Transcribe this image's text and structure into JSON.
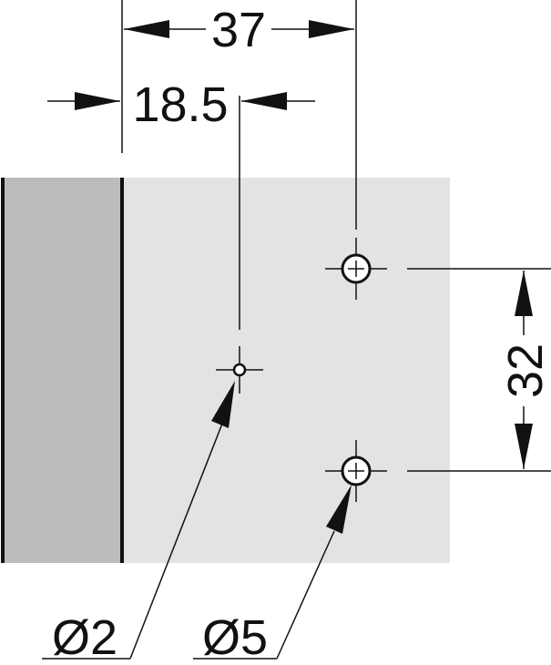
{
  "drawing": {
    "dimensions": {
      "horizontal_overall": "37",
      "horizontal_pilot": "18.5",
      "vertical_hole_spacing": "32"
    },
    "callouts": {
      "pilot_hole_diameter": "Ø2",
      "screw_hole_diameter": "Ø5"
    },
    "colors": {
      "side_panel": "#bcbcbc",
      "plate": "#e3e3e3",
      "line": "#111111",
      "background": "#ffffff"
    }
  }
}
